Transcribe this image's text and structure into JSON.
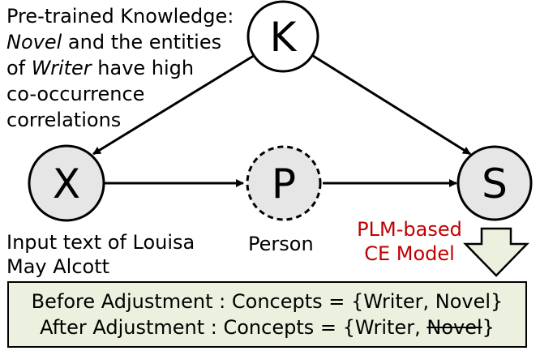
{
  "nodes": {
    "k": "K",
    "x": "X",
    "p": "P",
    "s": "S"
  },
  "knowledge_note": {
    "line1": "Pre-trained Knowledge:",
    "novel": "Novel",
    "line2_rest": " and the entities",
    "line3_pre": "of ",
    "writer": "Writer",
    "line3_rest": " have high",
    "line4": "co-occurrence",
    "line5": "correlations"
  },
  "labels": {
    "input_line1": "Input text of Louisa",
    "input_line2": "May Alcott",
    "person": "Person",
    "plm_line1": "PLM-based",
    "plm_line2": "CE Model"
  },
  "result": {
    "before": "Before Adjustment : Concepts = {Writer, Novel}",
    "after_prefix": "After Adjustment : Concepts = {Writer, ",
    "after_struck": "Novel",
    "after_suffix": "}"
  },
  "colors": {
    "node_fill": "#e6e6e6",
    "plm_text": "#c00000",
    "arrow_fill": "#ebf1de",
    "box_fill": "#ebf1de"
  }
}
